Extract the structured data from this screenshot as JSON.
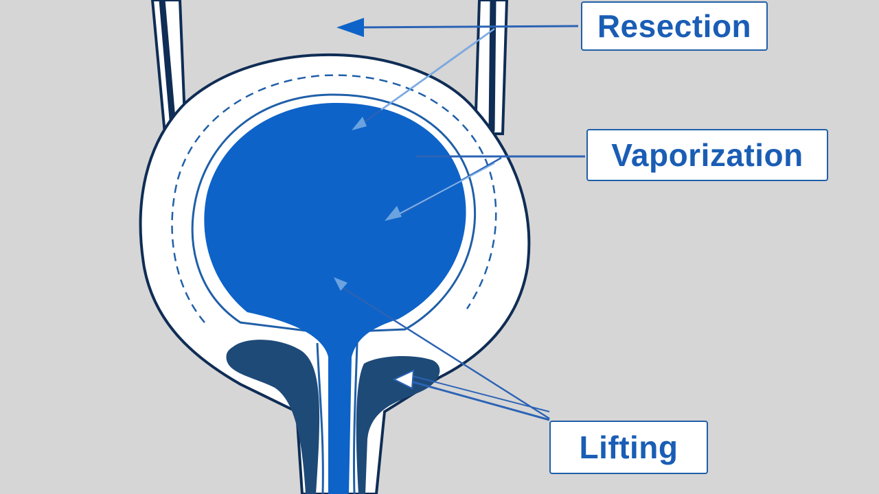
{
  "labels": {
    "resection": "Resection",
    "vaporization": "Vaporization",
    "lifting": "Lifting"
  },
  "colors": {
    "background": "#d6d6d6",
    "outline": "#0f2d55",
    "fill_blue": "#0d63c8",
    "tissue_dark": "#1e4a78",
    "label_text": "#1a5db5",
    "wall_white": "#ffffff"
  }
}
